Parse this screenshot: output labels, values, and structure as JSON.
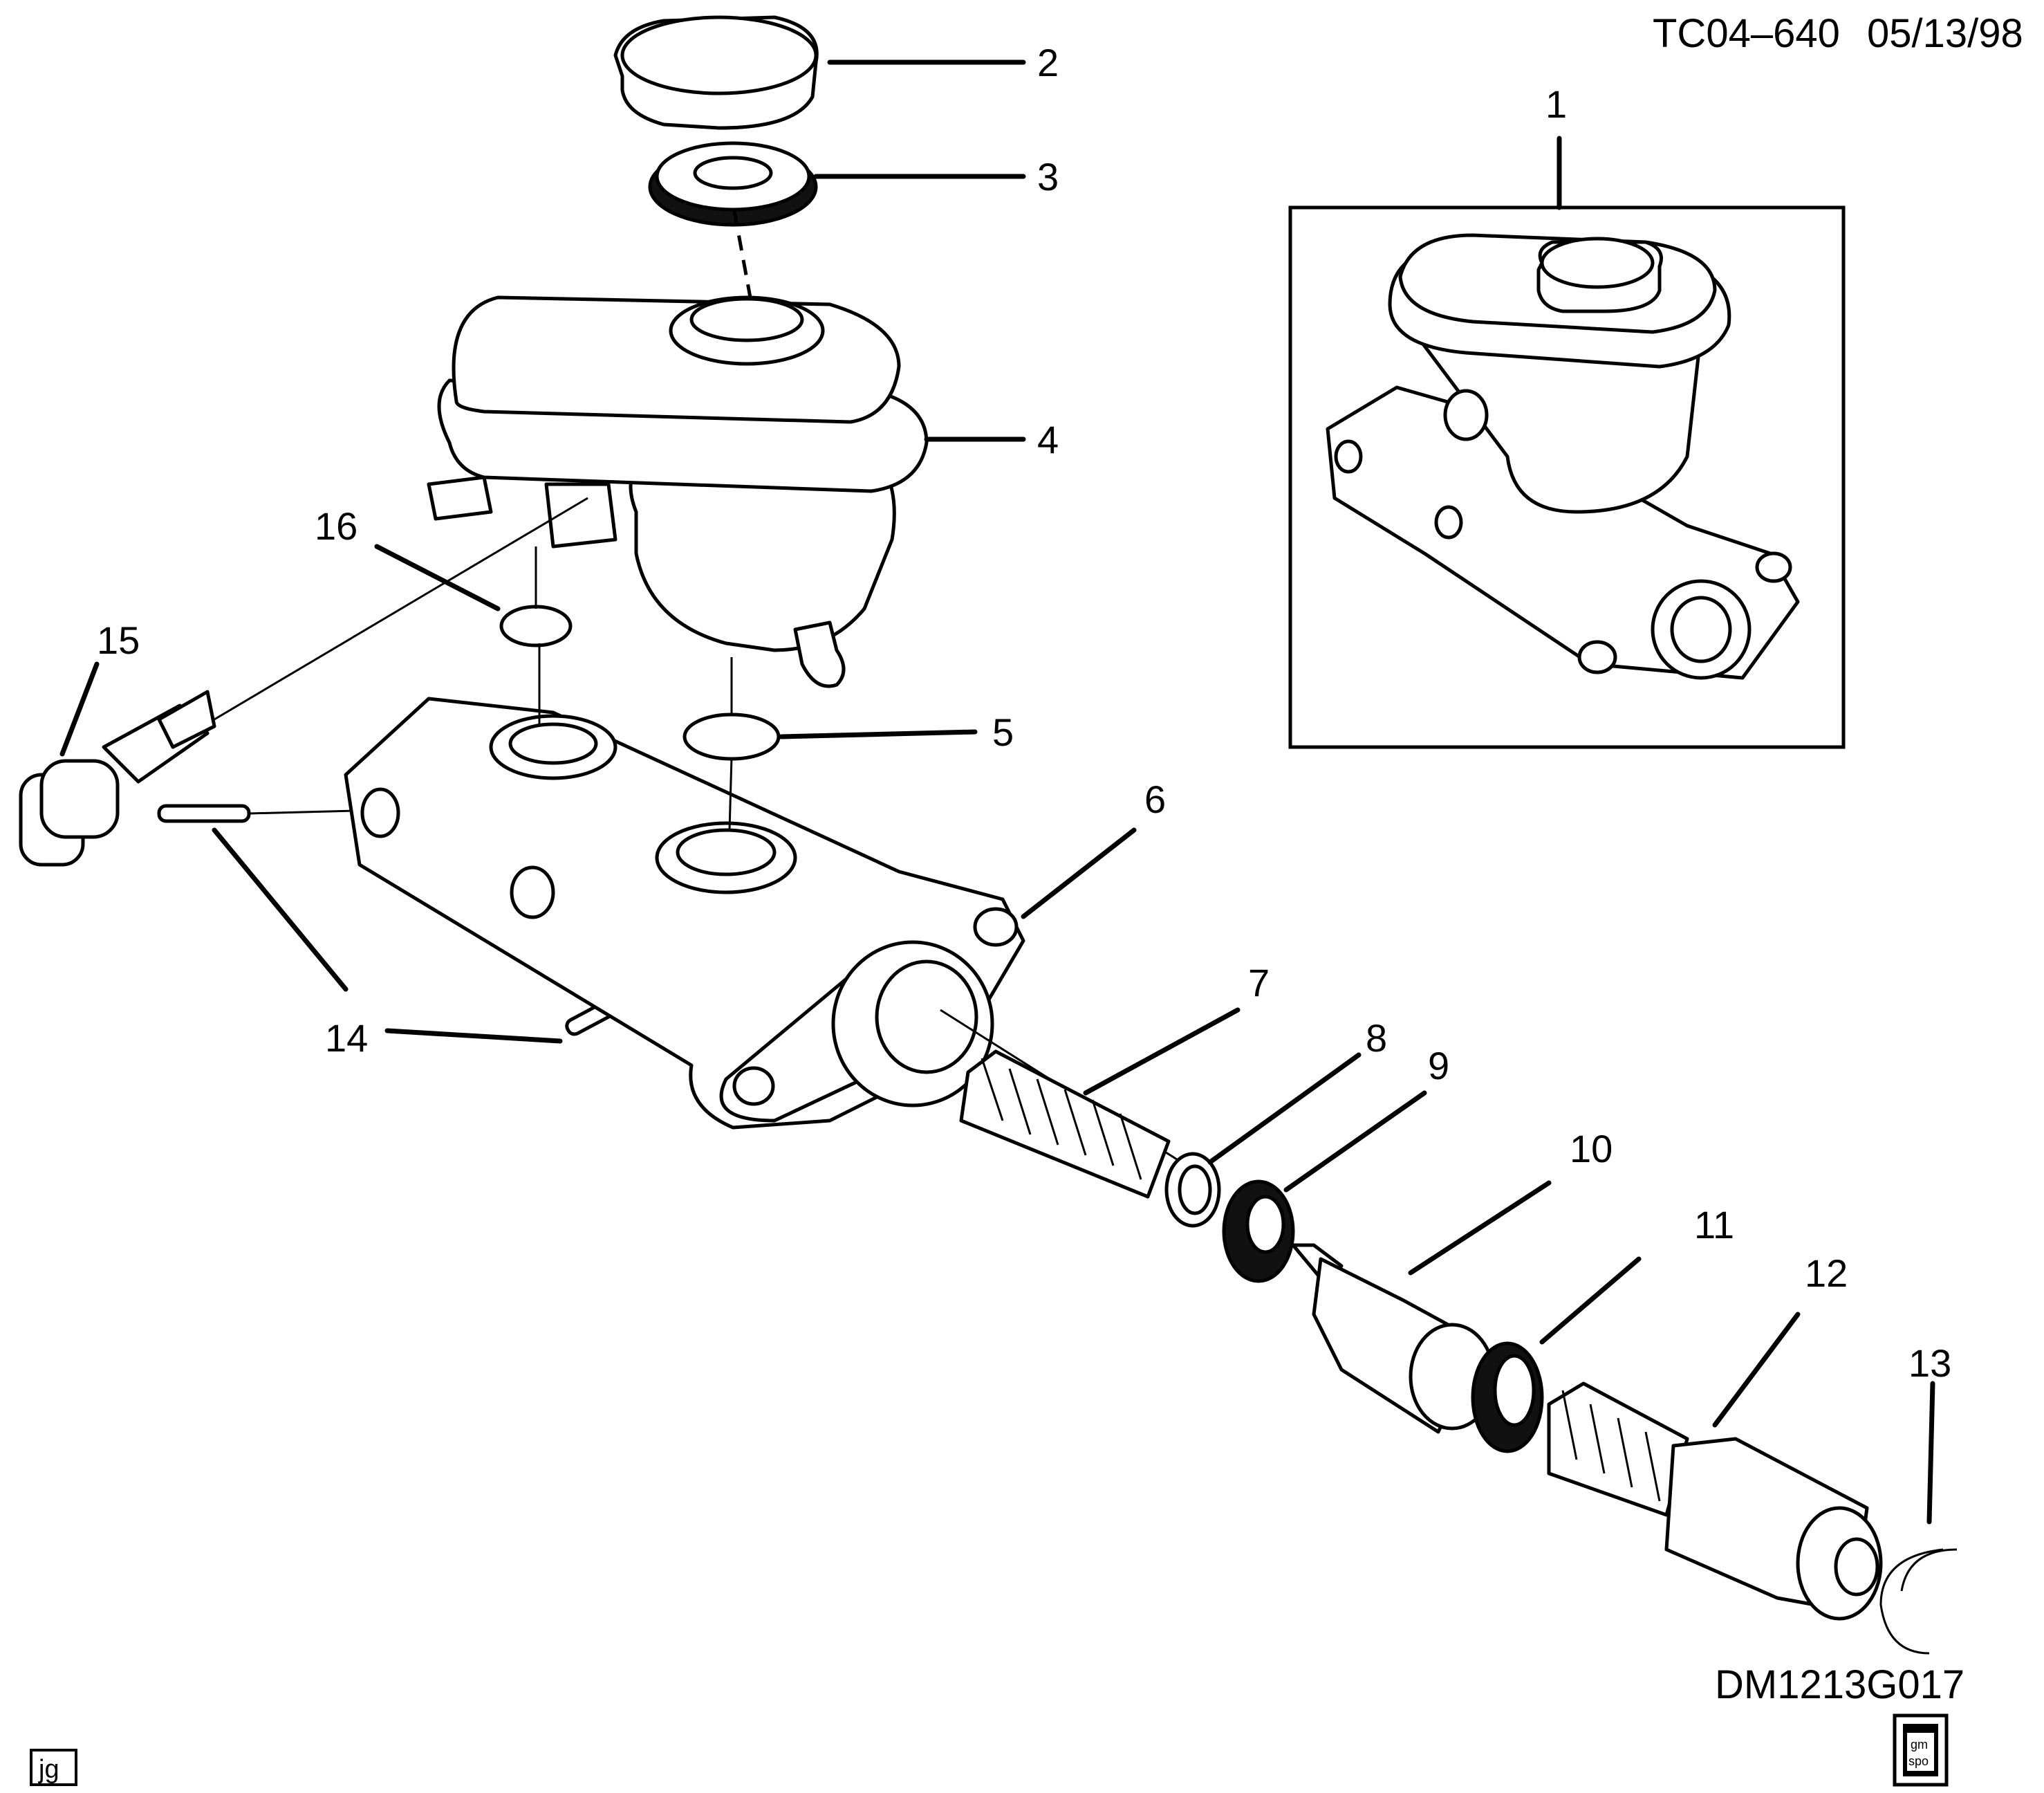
{
  "header": {
    "code": "TC04–640",
    "date": "05/13/98"
  },
  "footer": {
    "diagram_code": "DM1213G017",
    "initials": "jg",
    "logo_text_top": "gm",
    "logo_text_bottom": "spo"
  },
  "callouts": [
    {
      "id": "1"
    },
    {
      "id": "2"
    },
    {
      "id": "3"
    },
    {
      "id": "4"
    },
    {
      "id": "5"
    },
    {
      "id": "6"
    },
    {
      "id": "7"
    },
    {
      "id": "8"
    },
    {
      "id": "9"
    },
    {
      "id": "10"
    },
    {
      "id": "11"
    },
    {
      "id": "12"
    },
    {
      "id": "13"
    },
    {
      "id": "14a",
      "label": "14"
    },
    {
      "id": "14b",
      "label": "14"
    },
    {
      "id": "15"
    },
    {
      "id": "16"
    }
  ]
}
